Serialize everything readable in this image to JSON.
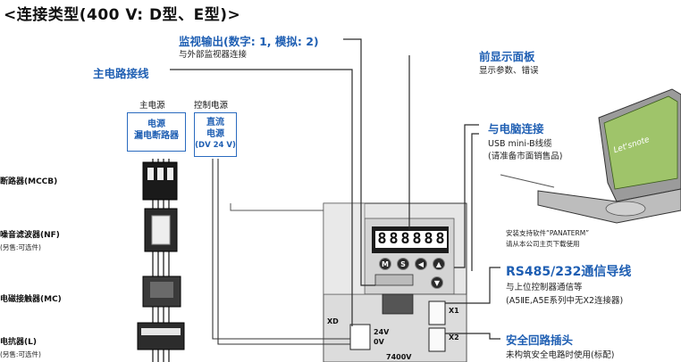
{
  "title": "<连接类型(400 V: D型、E型)>",
  "callouts": {
    "monitor_output": {
      "heading": "监视输出(数字: 1, 模拟: 2)",
      "desc": "与外部监视器连接"
    },
    "front_panel": {
      "heading": "前显示面板",
      "desc": "显示参数、错误"
    },
    "main_circuit": {
      "heading": "主电路接线"
    },
    "pc_connection": {
      "heading": "与电脑连接",
      "desc_line1": "USB mini-B线缆",
      "desc_line2": "(请准备市面销售品)"
    },
    "software": {
      "line1": "安装支持软件“PANATERM”",
      "line2": "请从本公司主页下载使用"
    },
    "rs485": {
      "heading": "RS485/232通信导线",
      "desc_line1": "与上位控制器通信等",
      "desc_line2": "(A5ⅡE,A5E系列中无X2连接器)"
    },
    "safety": {
      "heading": "安全回路插头",
      "desc": "未构筑安全电路时使用(标配)"
    }
  },
  "power": {
    "main_label": "主电源",
    "control_label": "控制电源",
    "main_box_line1": "电源",
    "main_box_line2": "漏电断路器",
    "control_box_line1": "直流",
    "control_box_line2": "电源",
    "control_box_line3": "(DV 24 V)"
  },
  "components": [
    {
      "name": "断路器(MCCB)",
      "note": ""
    },
    {
      "name": "噪音滤波器(NF)",
      "note": "(另售:可选件)"
    },
    {
      "name": "电磁接触器(MC)",
      "note": ""
    },
    {
      "name": "电抗器(L)",
      "note": "(另售:可选件)"
    }
  ],
  "driver": {
    "display_digits": [
      "8",
      "8",
      "8",
      "8",
      "8",
      "8"
    ],
    "keys": [
      "M",
      "S",
      "◀",
      "▲",
      "▼"
    ],
    "connectors": {
      "xd": "XD",
      "x1": "X1",
      "x2": "X2"
    },
    "terminal_24v": "24V",
    "terminal_0v": "0V",
    "bottom_text": "7400V"
  },
  "laptop": {
    "brand_text": "Let'snote"
  },
  "colors": {
    "accent": "#1f5fb3",
    "wire": "#222222",
    "device": "#e8e8e8"
  }
}
